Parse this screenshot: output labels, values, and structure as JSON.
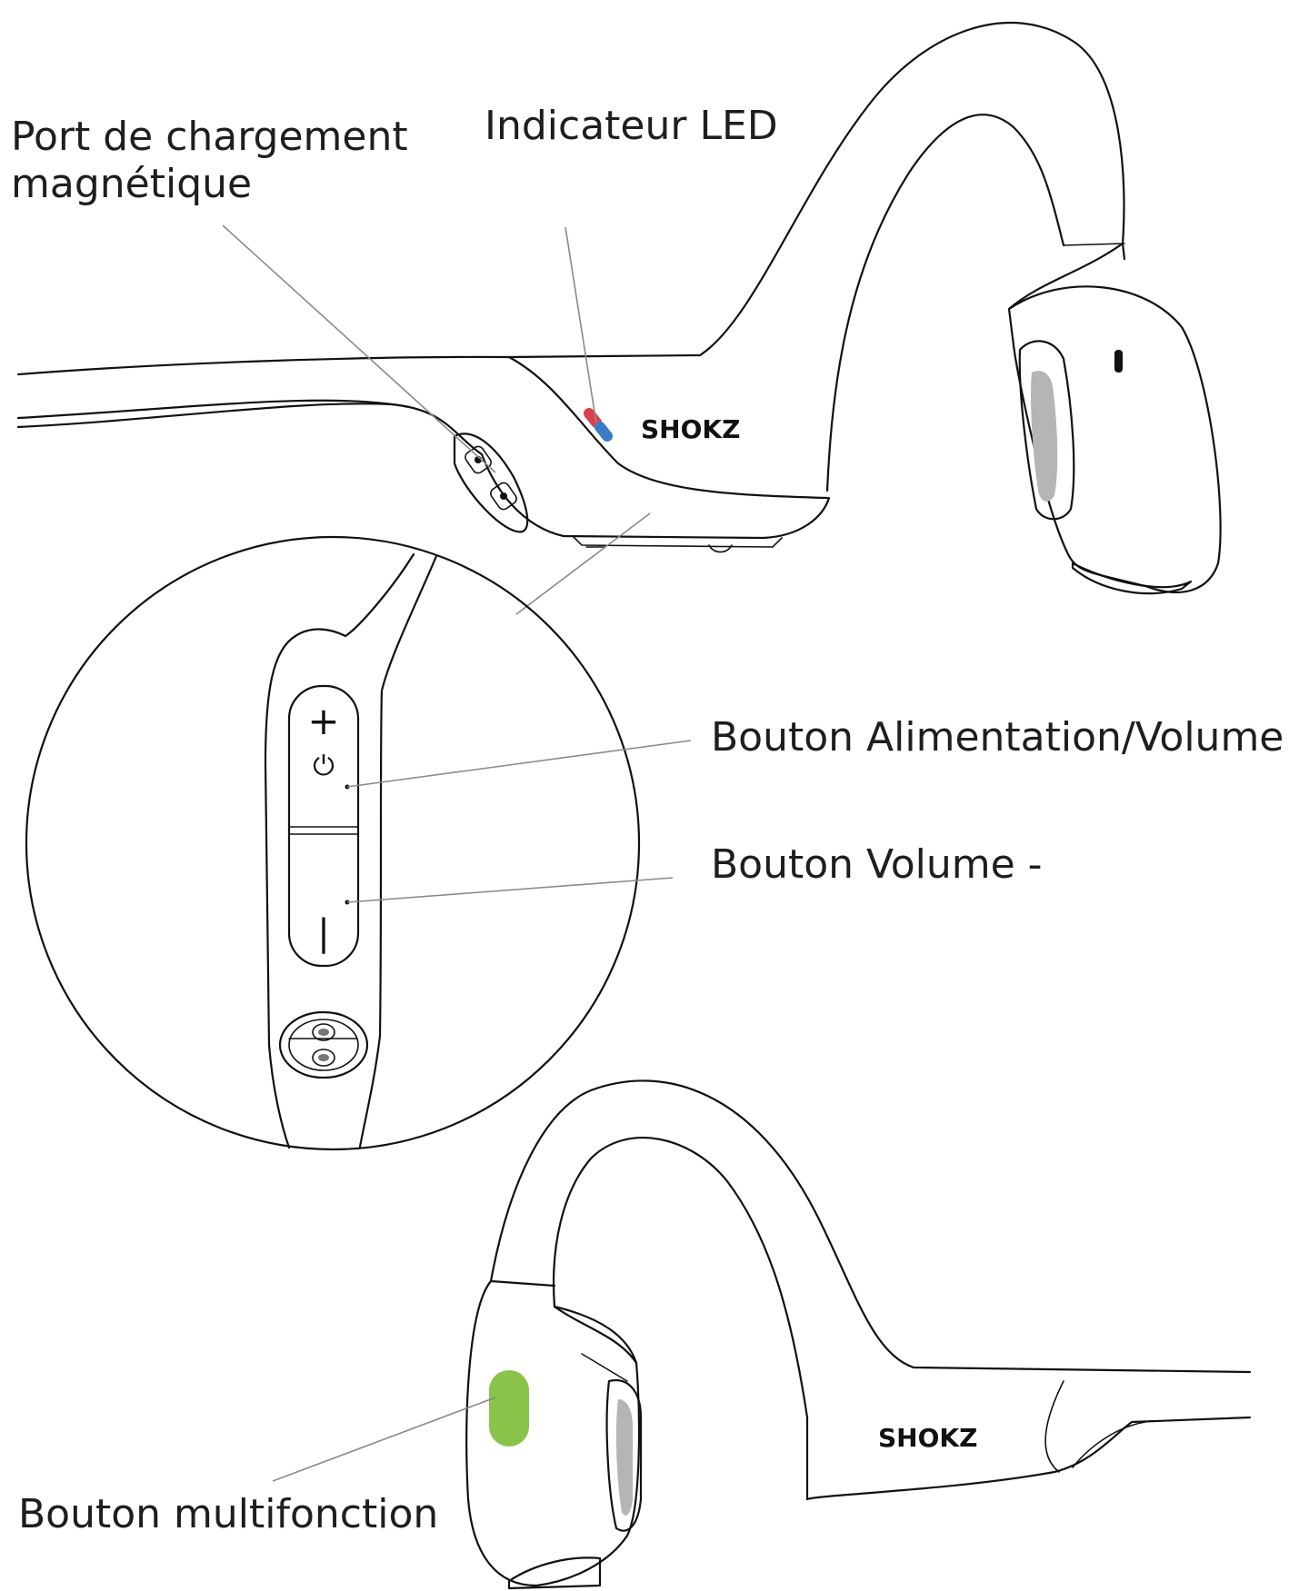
{
  "labels": {
    "charging_port": [
      "Port de chargement",
      "magnétique"
    ],
    "led_indicator": "Indicateur LED",
    "power_volume_up": "Bouton Alimentation/Volume +",
    "volume_down": "Bouton Volume -",
    "multifunction": "Bouton multifonction"
  },
  "brand": {
    "logo_top": "SHOKZ",
    "logo_bottom": "SHOKZ"
  },
  "button_marks": {
    "plus": "+",
    "power": "⏻",
    "minus": "|"
  },
  "colors": {
    "led_red": "#d9414f",
    "led_blue": "#3b7dc4",
    "multifunction_green": "#8bc34a",
    "line": "#111111",
    "leader": "#8a8a8a"
  }
}
